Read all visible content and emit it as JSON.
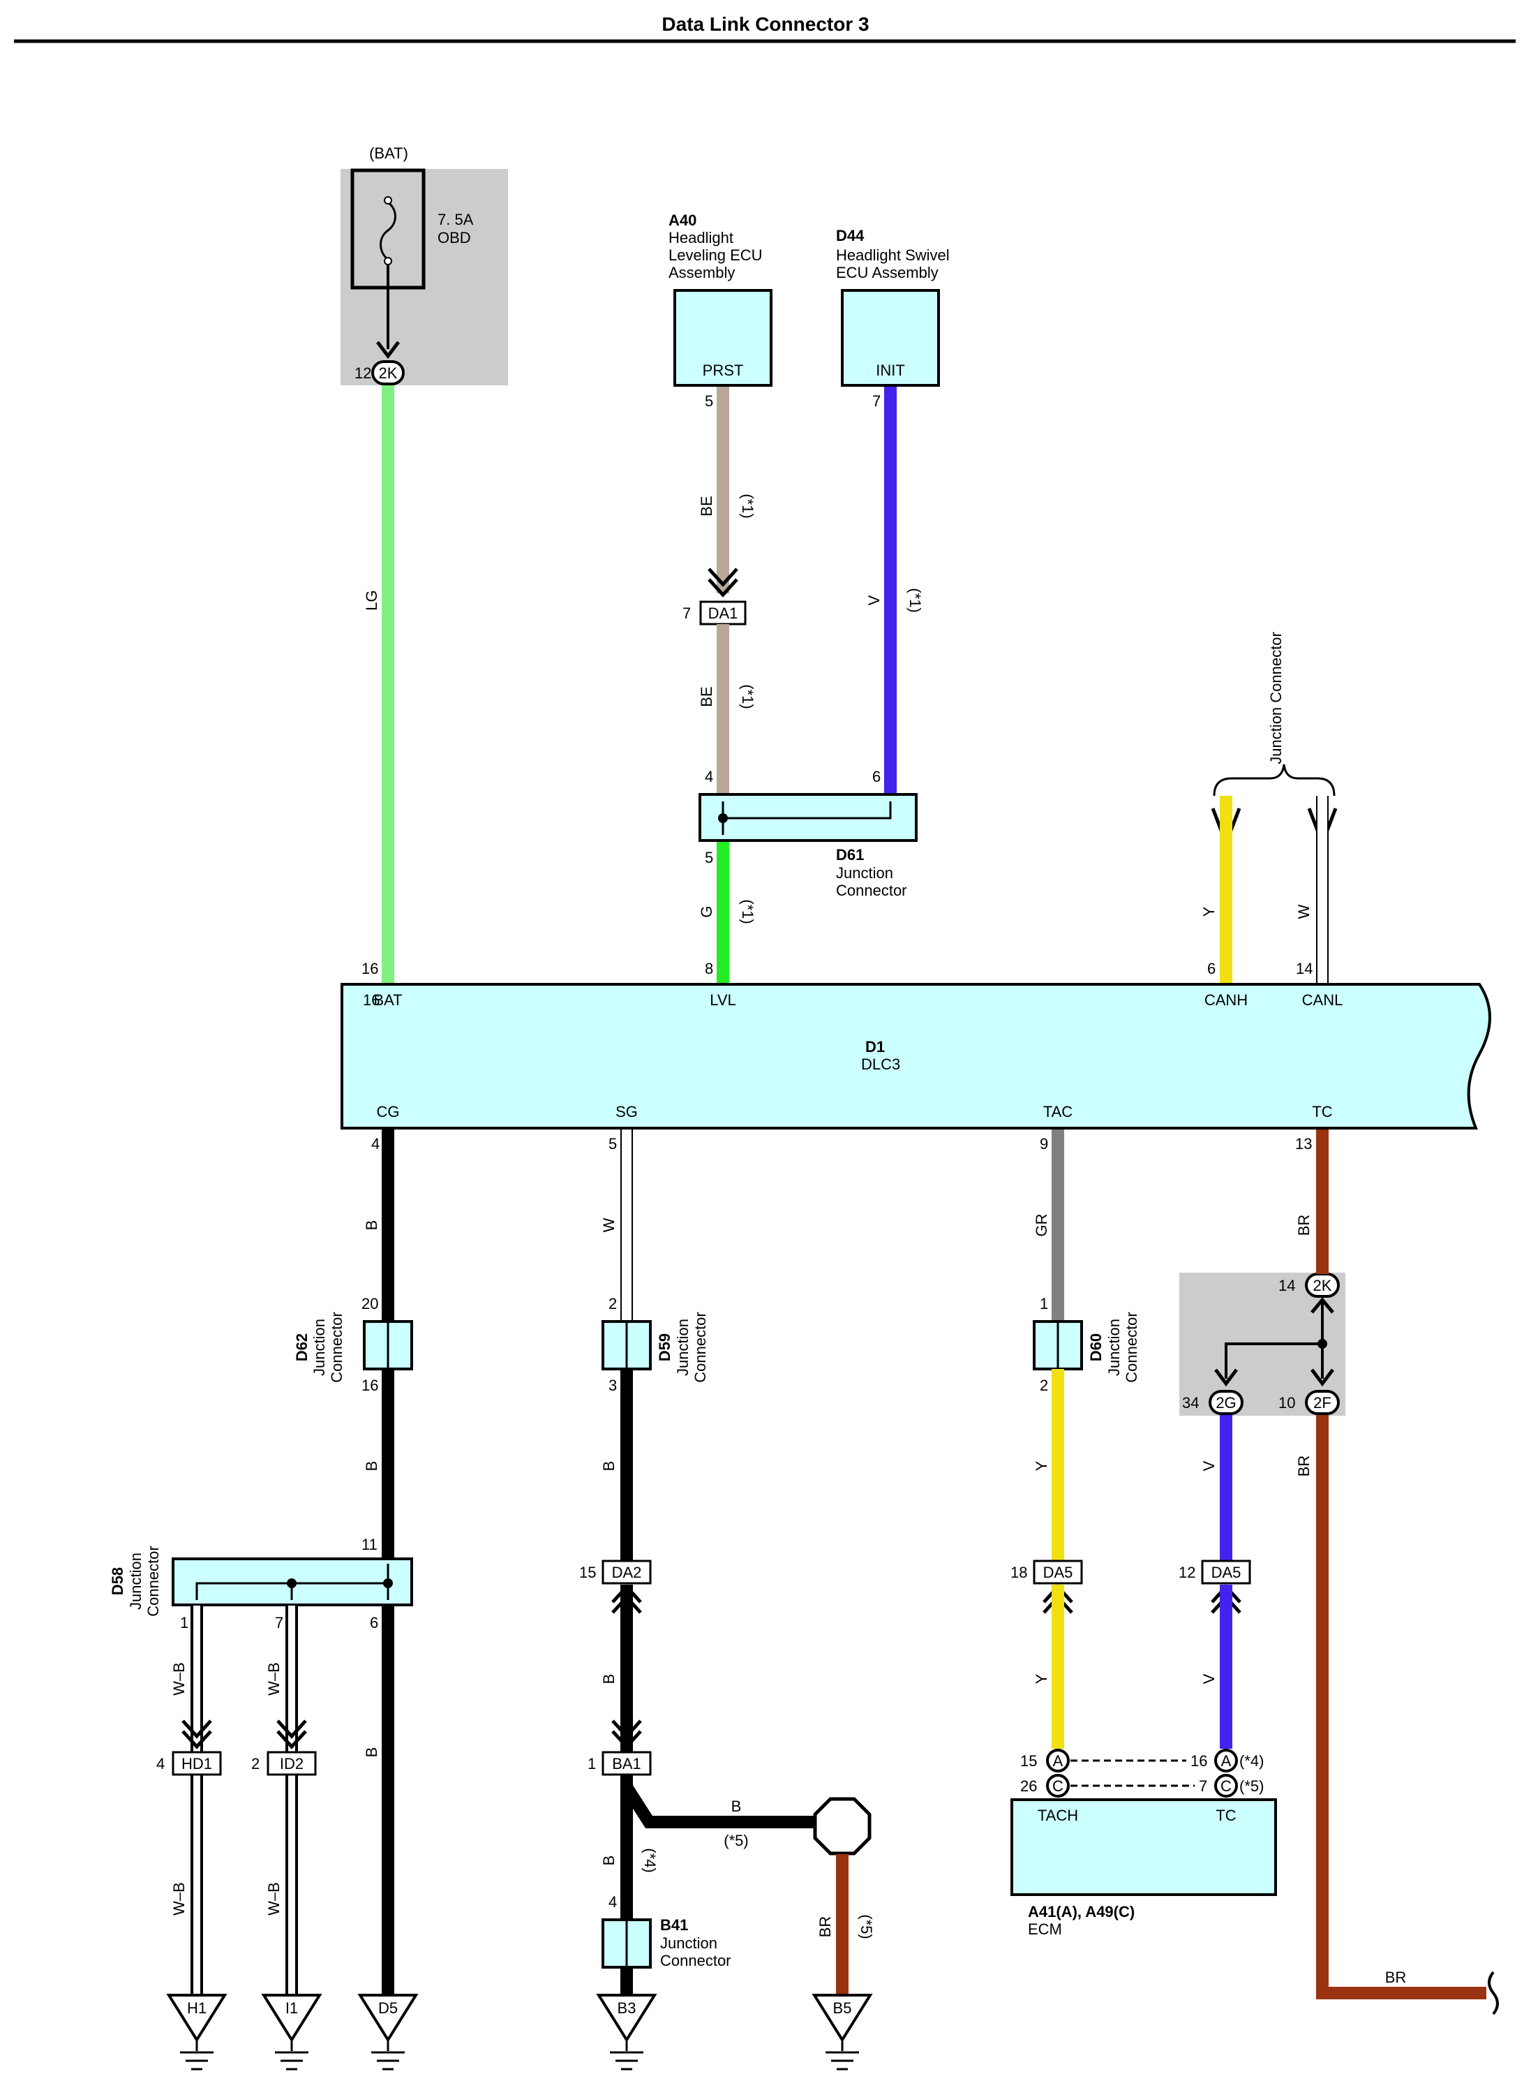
{
  "title": "Data Link Connector 3",
  "fuse": {
    "supply": "(BAT)",
    "rating": "7. 5A",
    "name": "OBD",
    "pin": "12",
    "connector": "2K"
  },
  "components": {
    "a40": {
      "code": "A40",
      "line1": "Headlight",
      "line2": "Leveling ECU",
      "line3": "Assembly",
      "terminal": "PRST",
      "pin": "5"
    },
    "d44": {
      "code": "D44",
      "line1": "Headlight Swivel",
      "line2": "ECU Assembly",
      "terminal": "INIT",
      "pin": "7"
    },
    "d61": {
      "code": "D61",
      "line1": "Junction",
      "line2": "Connector",
      "pin_in_left": "4",
      "pin_in_right": "6",
      "pin_out": "5"
    },
    "d1": {
      "code": "D1",
      "name": "DLC3",
      "top_terminals": [
        {
          "name": "BAT",
          "pin": "16"
        },
        {
          "name": "LVL",
          "pin": "8"
        },
        {
          "name": "CANH",
          "pin": "6"
        },
        {
          "name": "CANL",
          "pin": "14"
        }
      ],
      "bottom_terminals": [
        {
          "name": "CG",
          "pin": "4"
        },
        {
          "name": "SG",
          "pin": "5"
        },
        {
          "name": "TAC",
          "pin": "9"
        },
        {
          "name": "TC",
          "pin": "13"
        }
      ]
    },
    "junction_top": {
      "label": "Junction Connector"
    },
    "d62": {
      "code": "D62",
      "line1": "Junction",
      "line2": "Connector",
      "pin_top": "20",
      "pin_bottom": "16"
    },
    "d59": {
      "code": "D59",
      "line1": "Junction",
      "line2": "Connector",
      "pin_top": "2",
      "pin_bottom": "3"
    },
    "d60": {
      "code": "D60",
      "line1": "Junction",
      "line2": "Connector",
      "pin_top": "1",
      "pin_bottom": "2"
    },
    "d58": {
      "code": "D58",
      "line1": "Junction",
      "line2": "Connector",
      "pin_top": "11",
      "pin_out1": "1",
      "pin_out2": "7",
      "pin_out3": "6"
    },
    "b41": {
      "code": "B41",
      "line1": "Junction",
      "line2": "Connector",
      "pin": "4"
    },
    "ecm": {
      "code": "A41(A), A49(C)",
      "name": "ECM",
      "term_left": "TACH",
      "term_right": "TC",
      "pins_left": [
        {
          "pin": "15",
          "conn": "A"
        },
        {
          "pin": "26",
          "conn": "C"
        }
      ],
      "pins_right": [
        {
          "pin": "16",
          "conn": "A",
          "note": "(*4)"
        },
        {
          "pin": "7",
          "conn": "C",
          "note": "(*5)"
        }
      ]
    },
    "relay_block": {
      "pin_top": "14",
      "conn_top": "2K",
      "pin_left": "34",
      "conn_left": "2G",
      "pin_right": "10",
      "conn_right": "2F"
    }
  },
  "connectors": {
    "da1": {
      "code": "DA1",
      "pin": "7"
    },
    "da2": {
      "code": "DA2",
      "pin": "15"
    },
    "da5_left": {
      "code": "DA5",
      "pin": "18"
    },
    "da5_right": {
      "code": "DA5",
      "pin": "12"
    },
    "hd1": {
      "code": "HD1",
      "pin": "4"
    },
    "id2": {
      "code": "ID2",
      "pin": "2"
    },
    "ba1": {
      "code": "BA1",
      "pin": "1"
    }
  },
  "grounds": [
    "H1",
    "I1",
    "D5",
    "B3",
    "B5"
  ],
  "wire_colors": {
    "LG": "#80f080",
    "BE": "#b8a898",
    "V": "#4422ee",
    "G": "#22ee22",
    "Y": "#f0e010",
    "W": "#ffffff",
    "B": "#000000",
    "GR": "#808080",
    "BR": "#993311",
    "W-B": "#ffffff"
  },
  "wire_labels": {
    "lg": "LG",
    "be1": "BE",
    "be2": "BE",
    "v_top": "V",
    "g": "G",
    "y_top": "Y",
    "w_top": "W",
    "b_cg1": "B",
    "b_cg2": "B",
    "b_cg3": "B",
    "w_sg": "W",
    "b_sg1": "B",
    "b_sg2": "B",
    "b_sg3": "B",
    "b_branch": "B",
    "gr": "GR",
    "y_mid": "Y",
    "y_low": "Y",
    "br1": "BR",
    "br2": "BR",
    "br_bottom": "BR",
    "br_b5": "BR",
    "v_mid": "V",
    "v_low": "V",
    "wb1": "W–B",
    "wb2": "W–B",
    "wb3": "W–B",
    "wb4": "W–B"
  },
  "notes": {
    "n1": "(*1)",
    "n4": "(*4)",
    "n5": "(*5)"
  }
}
